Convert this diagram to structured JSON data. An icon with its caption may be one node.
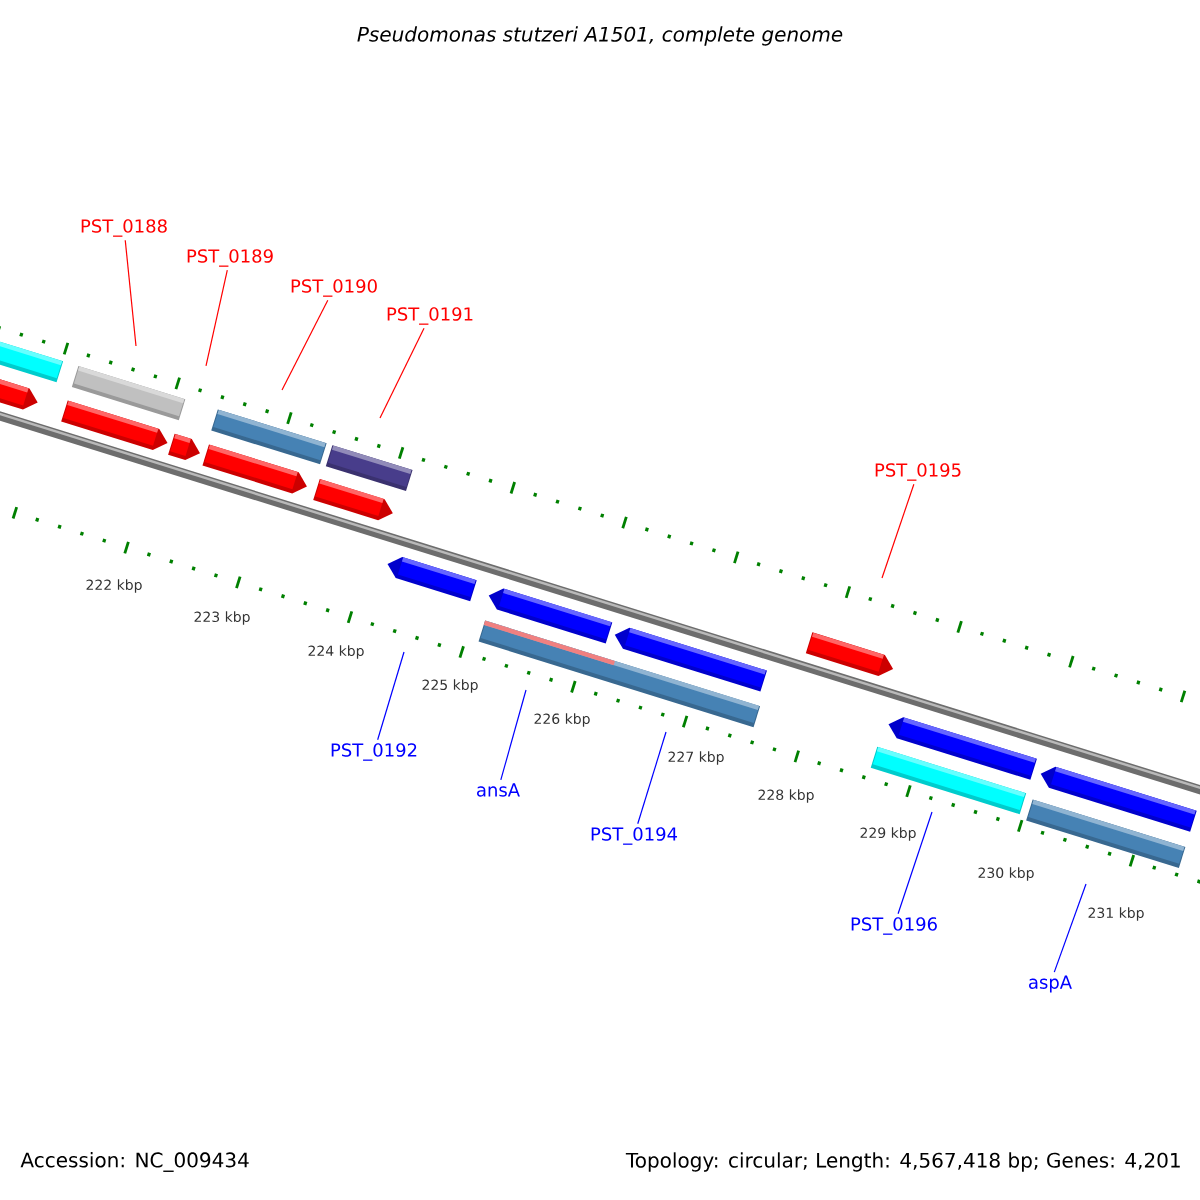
{
  "diagram": {
    "title": "Pseudomonas stutzeri A1501, complete genome",
    "nodes": [
      {
        "text": [
          "PST_0188"
        ]
      },
      {
        "text": [
          "PST_0189"
        ]
      },
      {
        "text": [
          "PST_0190"
        ]
      },
      {
        "text": [
          "PST_0191"
        ]
      },
      {
        "text": [
          "PST_0195"
        ]
      },
      {
        "text": [
          "PST_0192"
        ]
      },
      {
        "text": [
          "ansA"
        ]
      },
      {
        "text": [
          "PST_0194"
        ]
      },
      {
        "text": [
          "PST_0196"
        ]
      },
      {
        "text": [
          "aspA"
        ]
      }
    ],
    "edges": [
      {
        "from": 0,
        "to": null,
        "arrow": "none",
        "color": "#ff0000"
      },
      {
        "from": 1,
        "to": null,
        "arrow": "none",
        "color": "#ff0000"
      },
      {
        "from": 2,
        "to": null,
        "arrow": "none",
        "color": "#ff0000"
      },
      {
        "from": 3,
        "to": null,
        "arrow": "none",
        "color": "#ff0000"
      },
      {
        "from": 4,
        "to": null,
        "arrow": "none",
        "color": "#ff0000"
      },
      {
        "from": 5,
        "to": null,
        "arrow": "none",
        "color": "#0000ff"
      },
      {
        "from": 6,
        "to": null,
        "arrow": "none",
        "color": "#0000ff"
      },
      {
        "from": 7,
        "to": null,
        "arrow": "none",
        "color": "#0000ff"
      },
      {
        "from": 8,
        "to": null,
        "arrow": "none",
        "color": "#0000ff"
      },
      {
        "from": 9,
        "to": null,
        "arrow": "none",
        "color": "#0000ff"
      }
    ],
    "labels": [
      "222 kbp",
      "223 kbp",
      "224 kbp",
      "225 kbp",
      "226 kbp",
      "227 kbp",
      "228 kbp",
      "229 kbp",
      "230 kbp",
      "231 kbp",
      "Accession: NC_009434",
      "Topology: circular; Length: 4,567,418 bp; Genes: 4,201"
    ]
  }
}
